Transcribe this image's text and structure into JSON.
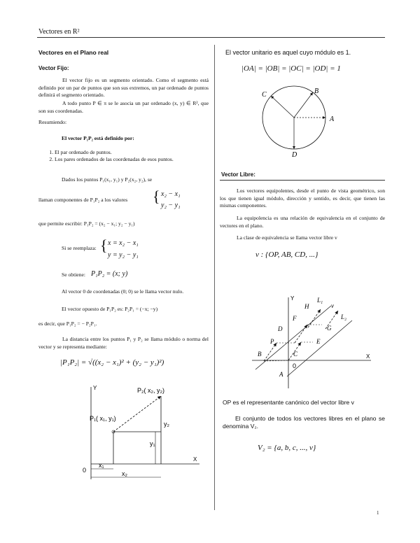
{
  "header": {
    "title": "Vectores en R²"
  },
  "left": {
    "heading": "Vectores en el Plano real",
    "fixed_heading": "Vector Fijo:",
    "fixed_p1": "El vector fijo es un segmento orientado. Como el segmento está definido por un par de puntos que son sus extremos, un par ordenado de puntos definirá el segmento orientado.",
    "fixed_p2": "A todo punto P ∈ π se le asocia un par ordenado (x, y) ∈ R², que son sus coordenadas.",
    "summary_label": "Resumiendo:",
    "summary_title": "El vector P₁P₂ está definido por:",
    "summary_items": [
      "El par ordenado de puntos.",
      "Los pares ordenados de las coordenadas de esos puntos."
    ],
    "given": "Dados los puntos P₁(x₁, y₁) y P₂(x₂, y₂), se",
    "components_line": "llaman componentes de P₁P₂ a los valores",
    "comp_x": "x₂ − x₁",
    "comp_y": "y₂ − y₁",
    "write_line": "que permite escribir: P₁P₂ = (x₂ − x₁; y₂ − y₁)",
    "replace_label": "Si se reemplaza:",
    "replace_x": "x = x₂ − x₁",
    "replace_y": "y = y₂ − y₁",
    "obtain_label": "Se obtiene:",
    "obtain_expr": "P₁P₂ = (x; y)",
    "null_line": "Al vector 0 de coordenadas (0; 0) se le llama vector nulo.",
    "opposite_line": "El vector opuesto de P₁P₂ es: P₂P₁ = (−x; −y)",
    "opposite_line2": "es decir, que P₁P₂ = − P₂P₁.",
    "distance_text": "La distancia entre los puntos P₁ y P₂ se llama módulo o norma del vector y se representa mediante:",
    "norm_formula": "|P₁P₂| = √((x₂ − x₁)² + (y₂ − y₁)²)",
    "fig1": {
      "y_axis": "Y",
      "x_axis": "X",
      "origin": "0",
      "p1": "P₁( x₁, y₁)",
      "p2": "P₂( x₂, y₂)",
      "x1": "x₁",
      "x2": "x₂",
      "y1": "y₁",
      "y2": "y₂"
    }
  },
  "right": {
    "unit_text": "El vector unitario es aquel cuyo módulo es 1.",
    "unit_formula": "|OA| = |OB| = |OC| = |OD| = 1",
    "circle_labels": {
      "a": "A",
      "b": "B",
      "c": "C",
      "d": "D"
    },
    "free_heading": "Vector Libre:",
    "free_p1": "Los vectores equipolentes, desde el punto de vista geométrico, son los que tienen igual módulo, dirección y sentido, es decir, que tienen las mismas componentes.",
    "free_p2": "La equipolencia es una relación de equivalencia en el conjunto de vectores en el plano.",
    "free_p3": "La clase de equivalencia se llama vector libre v",
    "class_formula": "v : {OP, AB, CD, ...}",
    "fig2": {
      "y_axis": "Y",
      "x_axis": "X",
      "origin": "0",
      "labels": {
        "a": "A",
        "b": "B",
        "c": "C",
        "d": "D",
        "e": "E",
        "f": "F",
        "g": "G",
        "h": "H",
        "l1": "L₁",
        "l2": "L₂",
        "p": "P",
        "v": "v"
      }
    },
    "canonical_text": "OP es el representante canónico del vector libre v",
    "set_text": "El conjunto de todos los vectores libres en el plano se denomina V₂.",
    "set_formula": "V₂ = {a, b, c, ..., v}"
  },
  "footer": {
    "page_number": "1"
  }
}
